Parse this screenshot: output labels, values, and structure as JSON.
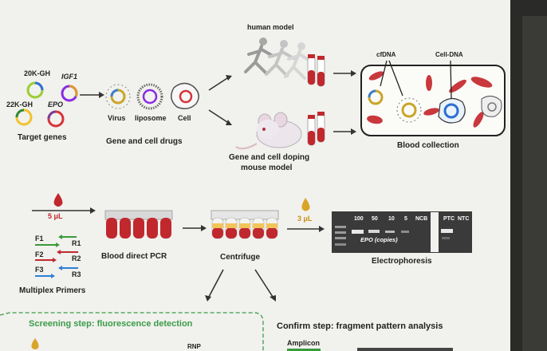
{
  "slide": {
    "target_genes": {
      "gene_20k": "20K-GH",
      "gene_igf1": "IGF1",
      "gene_22k": "22K-GH",
      "gene_epo": "EPO",
      "caption": "Target genes"
    },
    "drugs": {
      "virus": "Virus",
      "liposome": "liposome",
      "cell": "Cell",
      "caption": "Gene and cell drugs"
    },
    "models": {
      "human": "human model",
      "mouse_line1": "Gene and cell doping",
      "mouse_line2": "mouse model"
    },
    "blood": {
      "cfdna": "cfDNA",
      "celldna": "Cell-DNA",
      "caption": "Blood collection"
    },
    "pcr": {
      "volume1": "5 μL",
      "f1": "F1",
      "r1": "R1",
      "f2": "F2",
      "r2": "R2",
      "f3": "F3",
      "r3": "R3",
      "primers_caption": "Multiplex Primers",
      "pcr_caption": "Blood direct PCR",
      "centrifuge_caption": "Centrifuge",
      "volume2": "3 μL"
    },
    "gel": {
      "lanes": [
        "100",
        "50",
        "10",
        "5",
        "NCB"
      ],
      "controls": [
        "PTC",
        "NTC"
      ],
      "epo_label": "EPO (copies)",
      "caption": "Electrophoresis"
    },
    "steps": {
      "screening": "Screening step: fluorescence detection",
      "confirm": "Confirm step: fragment pattern analysis",
      "rnp": "RNP",
      "amplicon": "Amplicon"
    },
    "colors": {
      "blood": "#c0282e",
      "screen": "#f2f2ee",
      "green_step": "#3b9c4a",
      "gel": "#3a3a3a"
    }
  }
}
